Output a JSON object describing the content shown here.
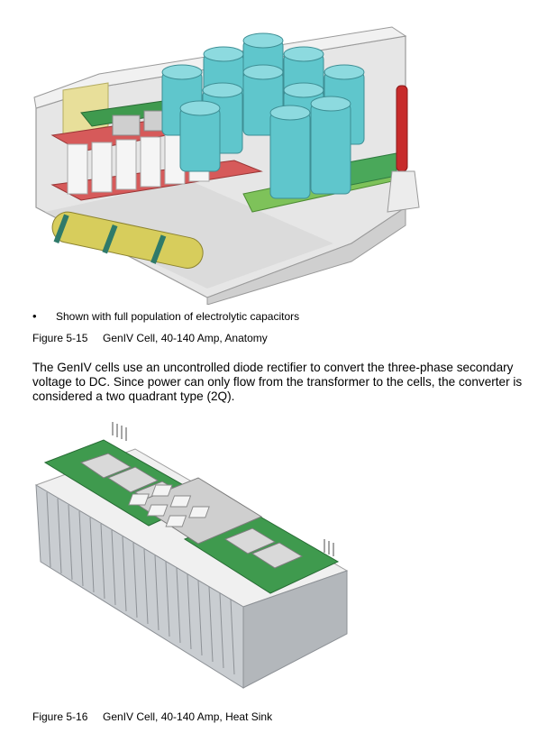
{
  "note": {
    "bullet": "•",
    "text": "Shown with full population of electrolytic capacitors"
  },
  "figure1": {
    "number": "Figure 5-15",
    "title": "GenIV Cell, 40-140 Amp, Anatomy"
  },
  "paragraph": "The GenIV cells use an uncontrolled diode rectifier to convert the three-phase secondary voltage to DC. Since power can only flow from the transformer to the cells, the converter is considered a two quadrant type (2Q).",
  "figure2": {
    "number": "Figure 5-16",
    "title": "GenIV Cell, 40-140 Amp, Heat Sink"
  },
  "colors": {
    "capacitor": "#5fc6cc",
    "pcb_green": "#3f9a4e",
    "red_board": "#d65a5a",
    "heatsink": "#b9bdc2",
    "chassis": "#d4d4d4"
  }
}
